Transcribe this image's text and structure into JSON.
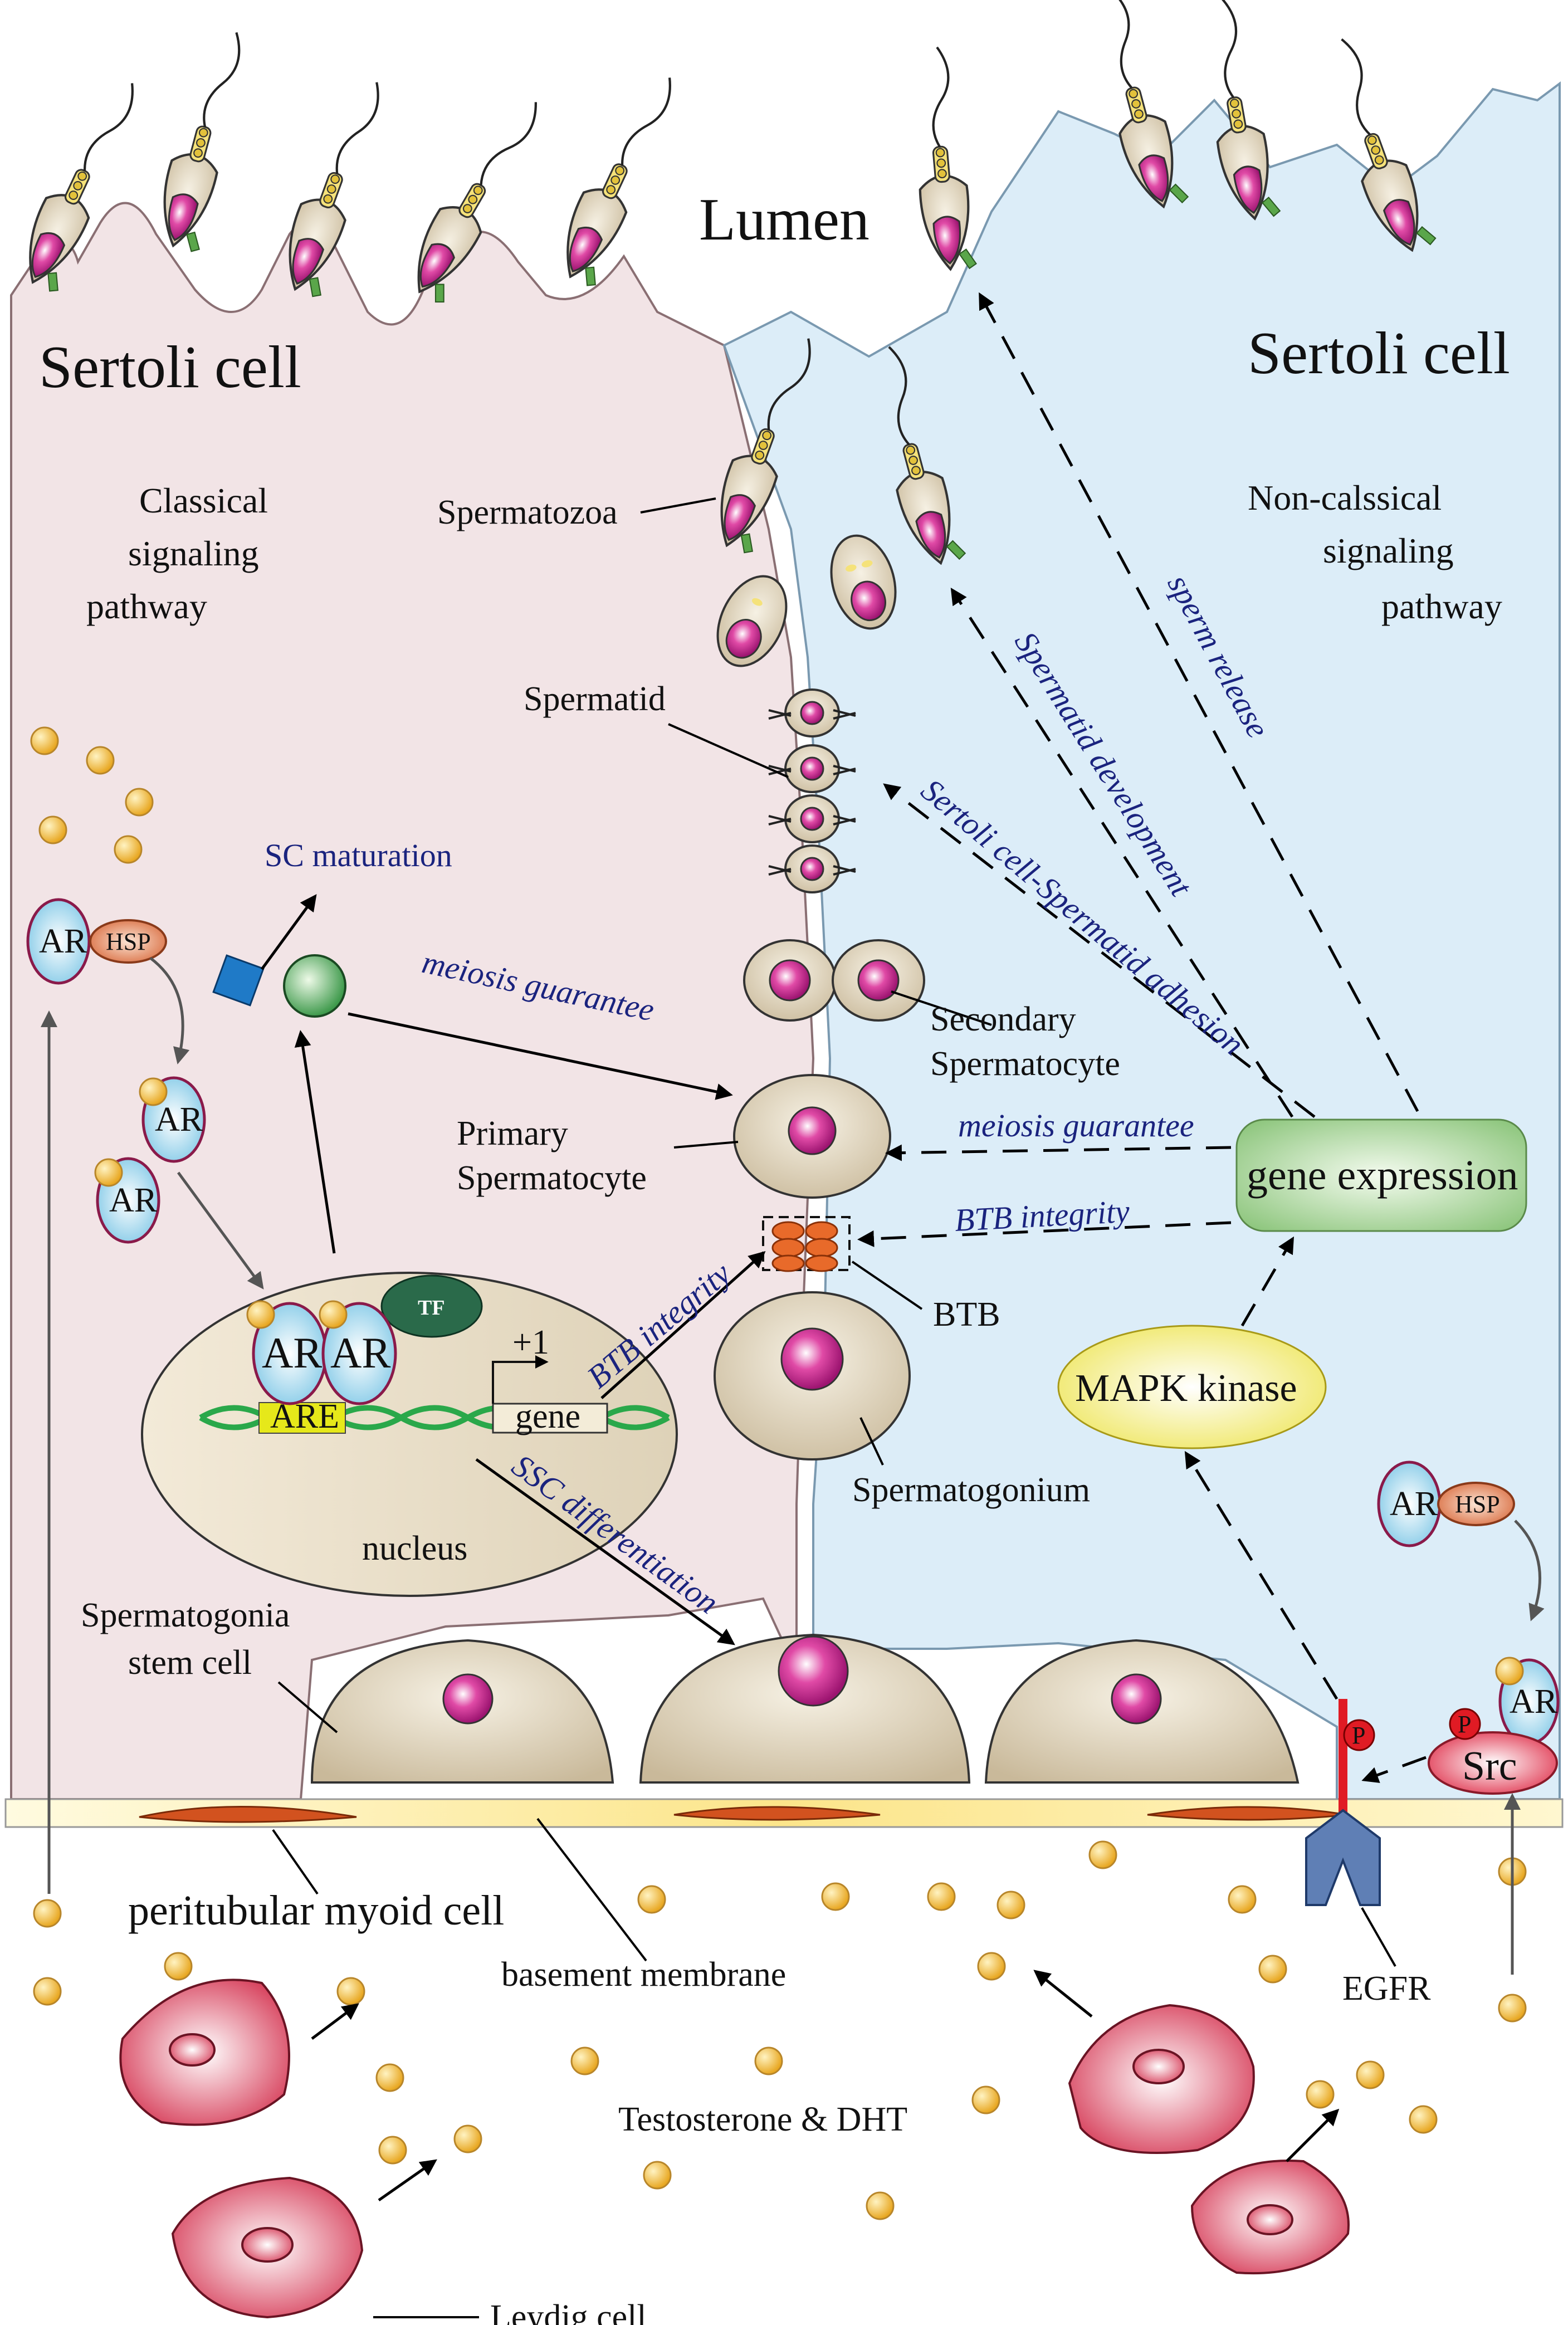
{
  "labels": {
    "lumen": "Lumen",
    "sertoli_left": "Sertoli cell",
    "sertoli_right": "Sertoli cell",
    "classical_1": "Classical",
    "classical_2": "signaling",
    "classical_3": "pathway",
    "nonclassical_1": "Non-calssical",
    "nonclassical_2": "signaling",
    "nonclassical_3": "pathway",
    "spermatozoa": "Spermatozoa",
    "spermatid": "Spermatid",
    "secondary_1": "Secondary",
    "secondary_2": "Spermatocyte",
    "primary_1": "Primary",
    "primary_2": "Spermatocyte",
    "btb": "BTB",
    "spermatogonium": "Spermatogonium",
    "ssc_1": "Spermatogonia",
    "ssc_2": "stem cell",
    "peritubular": "peritubular myoid cell",
    "basement": "basement membrane",
    "egfr": "EGFR",
    "testosterone": "Testosterone & DHT",
    "leydig": "Leydig cell",
    "nucleus": "nucleus",
    "sc_maturation": "SC maturation",
    "meiosis_left": "meiosis guarantee",
    "btb_left": "BTB integrity",
    "ssc_diff": "SSC differentiation",
    "sperm_release": "sperm release",
    "spermatid_dev": "Spermatid development",
    "adhesion": "Sertoli cell-Spermatid adhesion",
    "meiosis_right": "meiosis guarantee",
    "btb_right": "BTB integrity",
    "gene_expression": "gene expression",
    "mapk": "MAPK kinase"
  },
  "molecules": {
    "ar": "AR",
    "hsp": "HSP",
    "tf": "TF",
    "are": "ARE",
    "gene": "gene",
    "plus_one": "+1",
    "src": "Src",
    "p": "P"
  },
  "colors": {
    "sertoli_left_fill": "#f2e4e6",
    "sertoli_right_fill": "#dcedf8",
    "germ_cell_fill": "#d8cbb0",
    "germ_nucleus": "#c0288a",
    "leydig_fill": "#d9475e",
    "hormone": "#f3c04b",
    "gene_expression_fill": "#9ccf8a",
    "mapk_fill": "#f3ef6a",
    "path_text": "#1a237e",
    "receptor_red": "#e01b24",
    "egfr_blue": "#5f7fb5"
  }
}
